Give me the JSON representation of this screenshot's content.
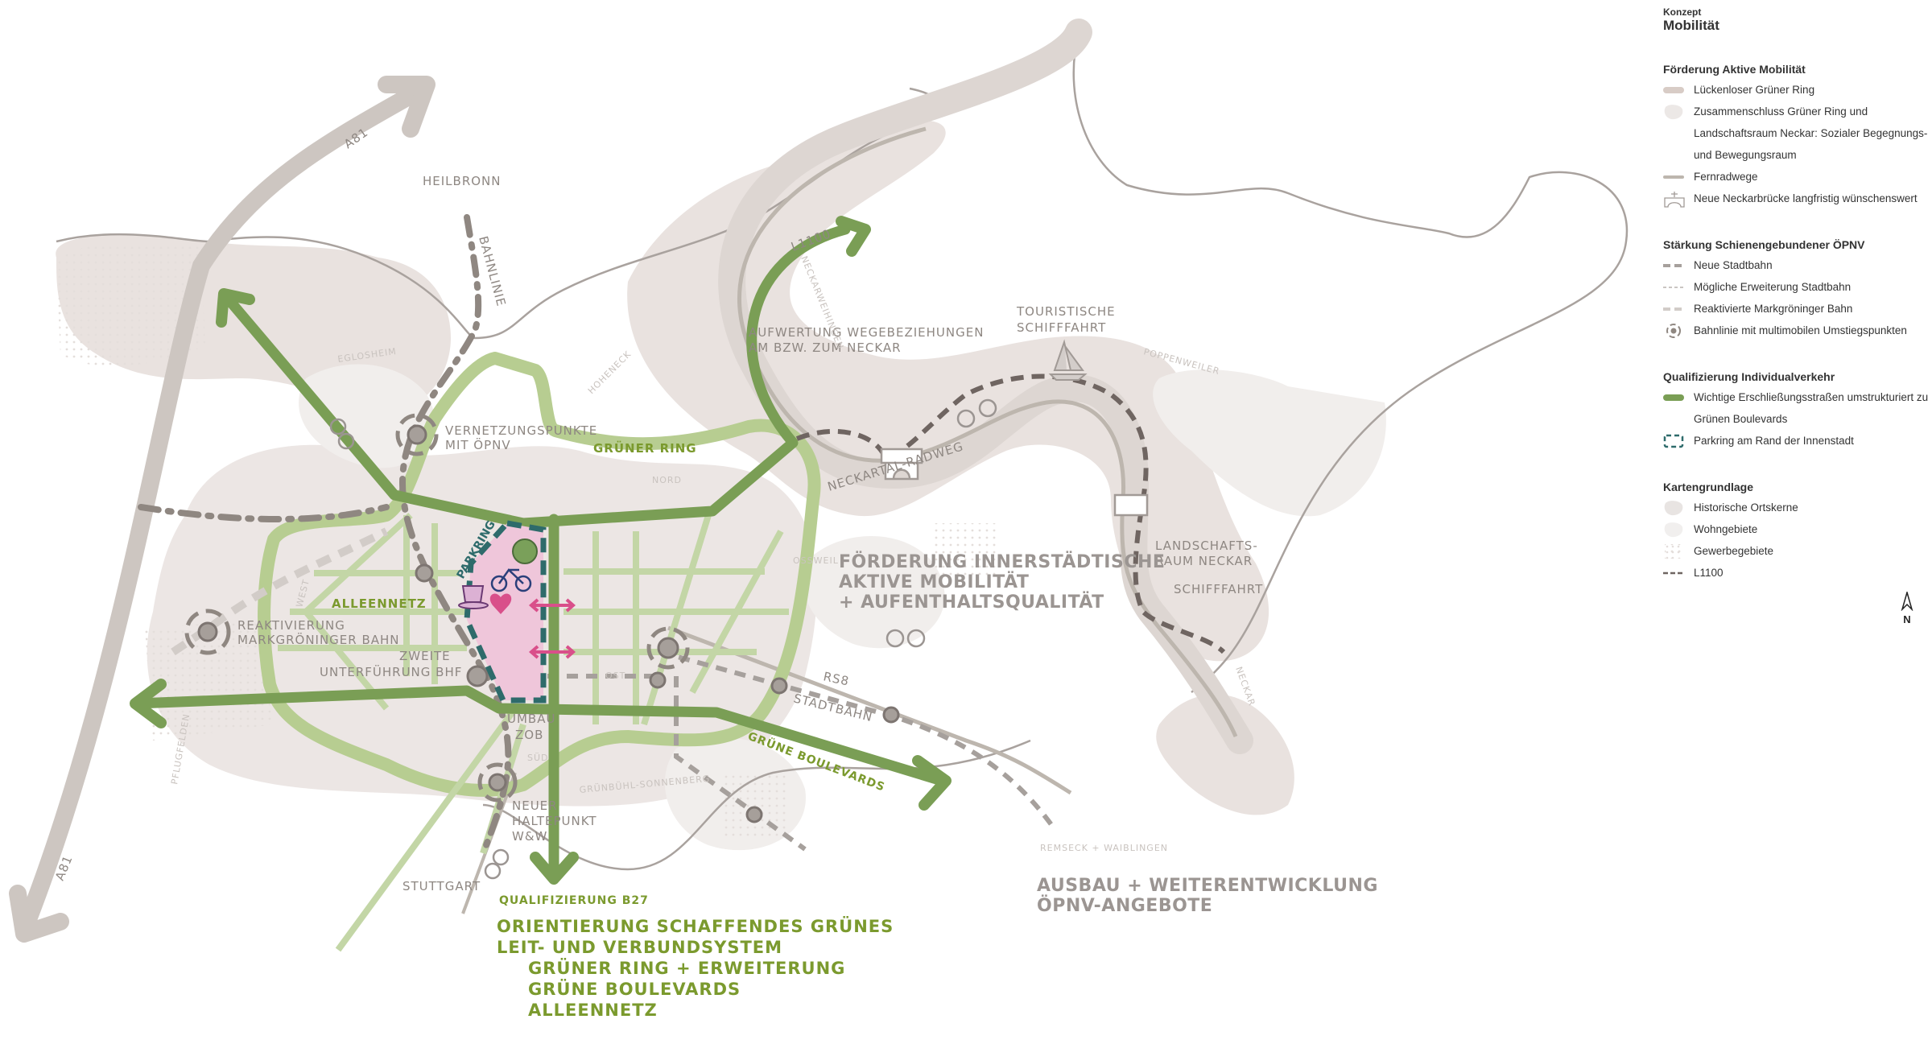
{
  "legend": {
    "kicker": "Konzept",
    "title": "Mobilität",
    "sections": [
      {
        "heading": "Förderung Aktive Mobilität",
        "items": [
          "Lückenloser Grüner Ring",
          "Zusammenschluss Grüner Ring und Landschaftsraum Neckar: Sozialer Begegnungs- und Bewegungsraum",
          "Fernradwege",
          "Neue Neckarbrücke langfristig wünschenswert"
        ]
      },
      {
        "heading": "Stärkung Schienengebundener ÖPNV",
        "items": [
          "Neue Stadtbahn",
          "Mögliche Erweiterung Stadtbahn",
          "Reaktivierte Markgröninger Bahn",
          "Bahnlinie mit multimobilen Umstiegspunkten"
        ]
      },
      {
        "heading": "Qualifizierung Individualverkehr",
        "items": [
          "Wichtige Erschließungsstraßen umstrukturiert zu Grünen Boulevards",
          "Parkring am Rand der Innenstadt"
        ]
      },
      {
        "heading": "Kartengrundlage",
        "items": [
          "Historische Ortskerne",
          "Wohngebiete",
          "Gewerbegebiete",
          "L1100"
        ]
      }
    ],
    "north": "N"
  },
  "colors": {
    "boulevard": "#7a9e55",
    "ring": "#b7cd91",
    "landscape": "#e9e2df",
    "parking_fill": "#efc6da",
    "parking_border": "#2e6b6b",
    "label": "#8e8782",
    "green_text": "#7b9a2e"
  },
  "map": {
    "places": {
      "heilbronn": "HEILBRONN",
      "stuttgart": "STUTTGART",
      "remseck": "REMSECK + WAIBLINGEN",
      "eglosheim": "EGLOSHEIM",
      "hoheneck": "HOHENECK",
      "nord": "NORD",
      "west": "WEST",
      "ost": "OST",
      "sued": "SÜD",
      "ossweil": "OSSWEIL",
      "pflugfelden": "PFLUGFELDEN",
      "gruenbuehl": "GRÜNBÜHL-SONNENBERG",
      "neckarweihingen": "NECKARWEIHINGEN",
      "poppenweiler": "POPPENWEILER",
      "neckar": "NECKAR"
    },
    "roads": {
      "a81": "A81",
      "l1100": "L1100",
      "bahnlinie": "BAHNLINIE",
      "rs8": "RS8",
      "stadtbahn": "STADTBAHN",
      "radweg": "NECKARTAL-RADWEG",
      "parkring": "PARKRING"
    },
    "notes": {
      "vernetzung": [
        "VERNETZUNGSPUNKTE",
        "MIT ÖPNV"
      ],
      "gruener_ring": "GRÜNER RING",
      "alleennetz": "ALLEENNETZ",
      "reaktivierung": [
        "REAKTIVIERUNG",
        "MARKGRÖNINGER BAHN"
      ],
      "unterfuehrung": [
        "ZWEITE",
        "UNTERFÜHRUNG BHF"
      ],
      "zob": [
        "UMBAU",
        "ZOB"
      ],
      "haltepunkt": [
        "NEUER",
        "HALTEPUNKT",
        "W&W"
      ],
      "gruene_boulevards": "GRÜNE BOULEVARDS",
      "b27": "QUALIFIZIERUNG B27",
      "aufwertung": [
        "AUFWERTUNG WEGEBEZIEHUNGEN",
        "AM BZW. ZUM NECKAR"
      ],
      "touristisch": [
        "TOURISTISCHE",
        "SCHIFFFAHRT"
      ],
      "landschaftsraum": [
        "LANDSCHAFTS-",
        "RAUM NECKAR"
      ],
      "schifffahrt": "SCHIFFFAHRT"
    },
    "headlines": {
      "innenstadt": [
        "FÖRDERUNG INNERSTÄDTISCHE",
        "AKTIVE MOBILITÄT",
        "+ AUFENTHALTSQUALITÄT"
      ],
      "oepnv": [
        "AUSBAU + WEITERENTWICKLUNG",
        "ÖPNV-ANGEBOTE"
      ],
      "gruen": [
        "ORIENTIERUNG SCHAFFENDES GRÜNES",
        "LEIT- UND VERBUNDSYSTEM",
        "GRÜNER RING + ERWEITERUNG",
        "GRÜNE BOULEVARDS",
        "ALLEENNETZ"
      ]
    }
  }
}
